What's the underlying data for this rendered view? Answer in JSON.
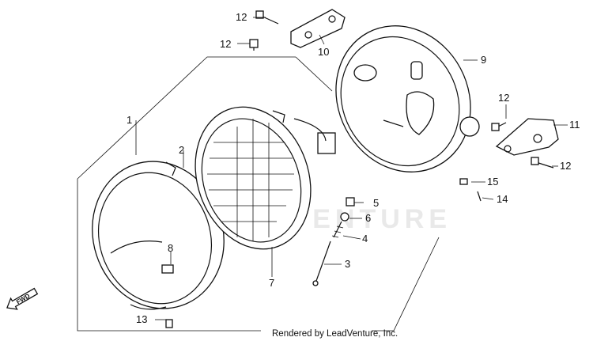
{
  "diagram": {
    "footer": "Rendered by LeadVenture, Inc.",
    "watermark": "LEADVENTURE",
    "direction_label": "FWD",
    "callouts": [
      {
        "id": "1",
        "label": "1"
      },
      {
        "id": "2",
        "label": "2"
      },
      {
        "id": "3",
        "label": "3"
      },
      {
        "id": "4",
        "label": "4"
      },
      {
        "id": "5",
        "label": "5"
      },
      {
        "id": "6",
        "label": "6"
      },
      {
        "id": "7",
        "label": "7"
      },
      {
        "id": "8",
        "label": "8"
      },
      {
        "id": "9",
        "label": "9"
      },
      {
        "id": "10",
        "label": "10"
      },
      {
        "id": "11",
        "label": "11"
      },
      {
        "id": "12a",
        "label": "12"
      },
      {
        "id": "12b",
        "label": "12"
      },
      {
        "id": "12c",
        "label": "12"
      },
      {
        "id": "12d",
        "label": "12"
      },
      {
        "id": "13",
        "label": "13"
      },
      {
        "id": "14",
        "label": "14"
      },
      {
        "id": "15",
        "label": "15"
      }
    ]
  }
}
